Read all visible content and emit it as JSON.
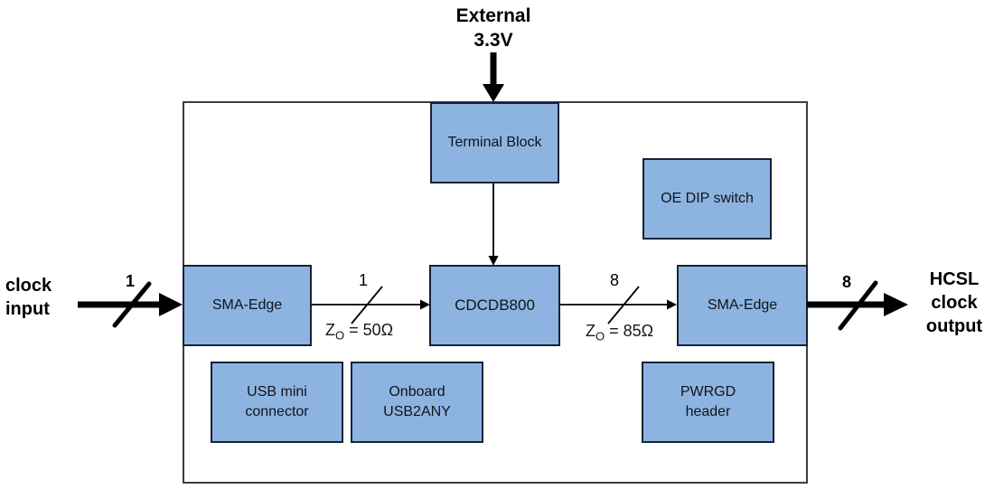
{
  "diagram": {
    "external_labels": {
      "supply": "External\n3.3V",
      "clock_input": "clock\ninput",
      "hcsl_output": "HCSL\nclock\noutput"
    },
    "blocks": {
      "terminal_block": "Terminal Block",
      "oe_dip_switch": "OE DIP switch",
      "sma_edge_left": "SMA-Edge",
      "cdcdb800": "CDCDB800",
      "sma_edge_right": "SMA-Edge",
      "usb_mini_connector": "USB mini\nconnector",
      "onboard_usb2any": "Onboard\nUSB2ANY",
      "pwrgd_header": "PWRGD\nheader"
    },
    "bus_labels": {
      "input_width": "1",
      "internal_input_width": "1",
      "internal_output_width": "8",
      "output_width": "8"
    },
    "impedance": {
      "z_symbol": "Z",
      "z_subscript": "O",
      "input_value": "= 50Ω",
      "output_value": "= 85Ω"
    },
    "colors": {
      "block_fill": "#8DB4E0",
      "block_border": "#152238",
      "board_border": "#3D3D3D",
      "arrow": "#000000"
    }
  }
}
